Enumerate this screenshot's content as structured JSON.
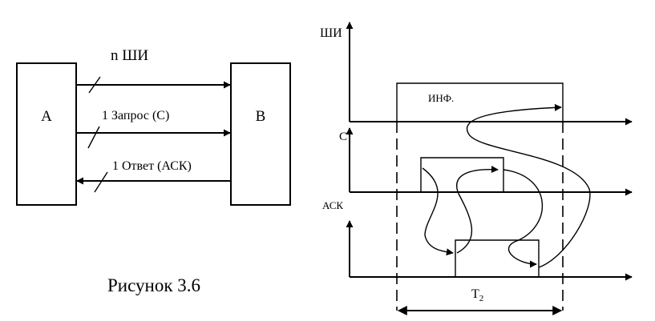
{
  "left": {
    "block_a": "А",
    "block_b": "В",
    "bus_label": "n ШИ",
    "request_label": "1 Запрос (С)",
    "answer_label": "1 Ответ (АСК)"
  },
  "caption": "Рисунок 3.6",
  "timing": {
    "axis_bus": "ШИ",
    "info_label": "ИНФ.",
    "axis_c": "С",
    "axis_ack": "АСК",
    "period_main": "Т",
    "period_sub": "2"
  }
}
